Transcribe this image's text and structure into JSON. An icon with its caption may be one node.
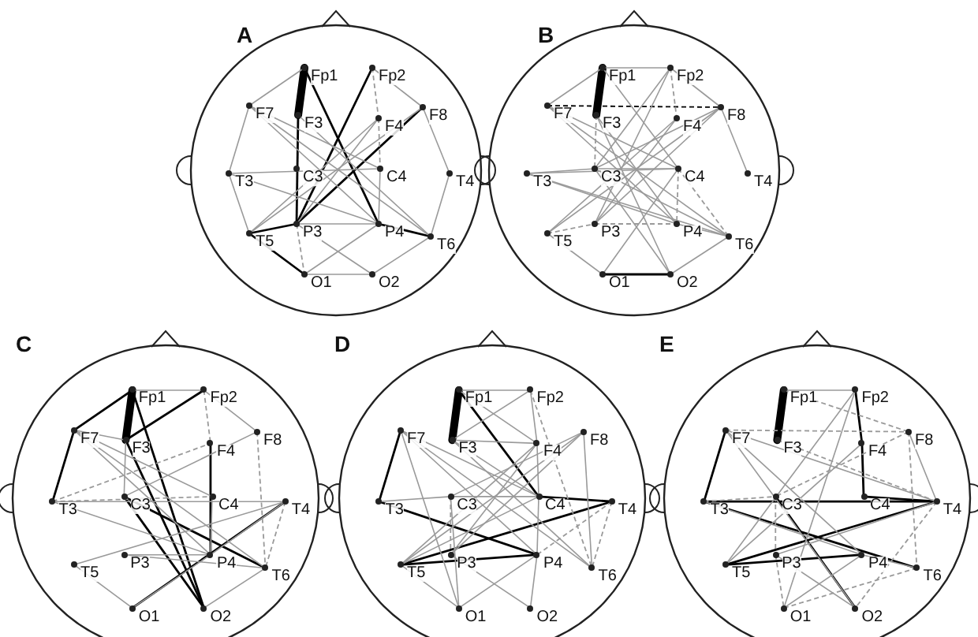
{
  "diagram": {
    "nodes": [
      {
        "text": [],
        "shape": "circle",
        "beside": [
          "A"
        ]
      },
      {
        "text": [
          "Fp1"
        ],
        "in": 0
      },
      {
        "text": [
          "Fp2"
        ],
        "in": 0
      },
      {
        "text": [
          "F7"
        ],
        "in": 0
      },
      {
        "text": [
          "F3"
        ],
        "in": 0
      },
      {
        "text": [
          "F4"
        ],
        "in": 0
      },
      {
        "text": [
          "F8"
        ],
        "in": 0
      },
      {
        "text": [
          "T3"
        ],
        "in": 0
      },
      {
        "text": [
          "C3"
        ],
        "in": 0
      },
      {
        "text": [
          "C4"
        ],
        "in": 0
      },
      {
        "text": [
          "T4"
        ],
        "in": 0
      },
      {
        "text": [
          "T5"
        ],
        "in": 0
      },
      {
        "text": [
          "P3"
        ],
        "in": 0
      },
      {
        "text": [
          "P4"
        ],
        "in": 0
      },
      {
        "text": [
          "T6"
        ],
        "in": 0
      },
      {
        "text": [
          "O1"
        ],
        "in": 0
      },
      {
        "text": [
          "O2"
        ],
        "in": 0
      },
      {
        "text": [],
        "shape": "circle",
        "beside": [
          "B"
        ]
      },
      {
        "text": [
          "Fp1"
        ],
        "in": 17
      },
      {
        "text": [
          "Fp2"
        ],
        "in": 17
      },
      {
        "text": [
          "F7"
        ],
        "in": 17
      },
      {
        "text": [
          "F3"
        ],
        "in": 17
      },
      {
        "text": [
          "F4"
        ],
        "in": 17
      },
      {
        "text": [
          "F8"
        ],
        "in": 17
      },
      {
        "text": [
          "T3"
        ],
        "in": 17
      },
      {
        "text": [
          "C3"
        ],
        "in": 17
      },
      {
        "text": [
          "C4"
        ],
        "in": 17
      },
      {
        "text": [
          "T4"
        ],
        "in": 17
      },
      {
        "text": [
          "T5"
        ],
        "in": 17
      },
      {
        "text": [
          "P3"
        ],
        "in": 17
      },
      {
        "text": [
          "P4"
        ],
        "in": 17
      },
      {
        "text": [
          "T6"
        ],
        "in": 17
      },
      {
        "text": [
          "O1"
        ],
        "in": 17
      },
      {
        "text": [
          "O2"
        ],
        "in": 17
      },
      {
        "text": [],
        "shape": "circle",
        "beside": [
          "C"
        ]
      },
      {
        "text": [
          "Fp1"
        ],
        "in": 34
      },
      {
        "text": [
          "Fp2"
        ],
        "in": 34
      },
      {
        "text": [
          "F7"
        ],
        "in": 34
      },
      {
        "text": [
          "F3"
        ],
        "in": 34
      },
      {
        "text": [
          "F4"
        ],
        "in": 34
      },
      {
        "text": [
          "F8"
        ],
        "in": 34
      },
      {
        "text": [
          "T3"
        ],
        "in": 34
      },
      {
        "text": [
          "C3"
        ],
        "in": 34
      },
      {
        "text": [
          "C4"
        ],
        "in": 34
      },
      {
        "text": [
          "T4"
        ],
        "in": 34
      },
      {
        "text": [
          "T5"
        ],
        "in": 34
      },
      {
        "text": [
          "P3"
        ],
        "in": 34
      },
      {
        "text": [
          "P4"
        ],
        "in": 34
      },
      {
        "text": [
          "T6"
        ],
        "in": 34
      },
      {
        "text": [
          "O1"
        ],
        "in": 34
      },
      {
        "text": [
          "O2"
        ],
        "in": 34
      },
      {
        "text": [],
        "shape": "circle",
        "beside": [
          "D"
        ]
      },
      {
        "text": [
          "Fp1"
        ],
        "in": 51
      },
      {
        "text": [
          "Fp2"
        ],
        "in": 51
      },
      {
        "text": [
          "F7"
        ],
        "in": 51
      },
      {
        "text": [
          "F3"
        ],
        "in": 51
      },
      {
        "text": [
          "F4"
        ],
        "in": 51
      },
      {
        "text": [
          "F8"
        ],
        "in": 51
      },
      {
        "text": [
          "T3"
        ],
        "in": 51
      },
      {
        "text": [
          "C3"
        ],
        "in": 51
      },
      {
        "text": [
          "C4"
        ],
        "in": 51
      },
      {
        "text": [
          "T4"
        ],
        "in": 51
      },
      {
        "text": [
          "T5"
        ],
        "in": 51
      },
      {
        "text": [
          "P3"
        ],
        "in": 51
      },
      {
        "text": [
          "P4"
        ],
        "in": 51
      },
      {
        "text": [
          "T6"
        ],
        "in": 51
      },
      {
        "text": [
          "O1"
        ],
        "in": 51
      },
      {
        "text": [
          "O2"
        ],
        "in": 51
      },
      {
        "text": [],
        "shape": "circle",
        "beside": [
          "E"
        ]
      },
      {
        "text": [
          "Fp1"
        ],
        "in": 68
      },
      {
        "text": [
          "Fp2"
        ],
        "in": 68
      },
      {
        "text": [
          "F7"
        ],
        "in": 68
      },
      {
        "text": [
          "F3"
        ],
        "in": 68
      },
      {
        "text": [
          "F4"
        ],
        "in": 68
      },
      {
        "text": [
          "F8"
        ],
        "in": 68
      },
      {
        "text": [
          "T3"
        ],
        "in": 68
      },
      {
        "text": [
          "C3"
        ],
        "in": 68
      },
      {
        "text": [
          "C4"
        ],
        "in": 68
      },
      {
        "text": [
          "T4"
        ],
        "in": 68
      },
      {
        "text": [
          "T5"
        ],
        "in": 68
      },
      {
        "text": [
          "P3"
        ],
        "in": 68
      },
      {
        "text": [
          "P4"
        ],
        "in": 68
      },
      {
        "text": [
          "T6"
        ],
        "in": 68
      },
      {
        "text": [
          "O1"
        ],
        "in": 68
      },
      {
        "text": [
          "O2"
        ],
        "in": 68
      }
    ],
    "edges": [
      {
        "from": 1,
        "to": 4,
        "arrow": "none",
        "style": "thick",
        "color": "#000000"
      },
      {
        "from": 1,
        "to": 13,
        "arrow": "none",
        "color": "#000000"
      },
      {
        "from": 2,
        "to": 12,
        "arrow": "none",
        "color": "#000000"
      },
      {
        "from": 6,
        "to": 12,
        "arrow": "none",
        "color": "#000000"
      },
      {
        "from": 11,
        "to": 12,
        "arrow": "none",
        "color": "#000000"
      },
      {
        "from": 11,
        "to": 15,
        "arrow": "none",
        "color": "#000000"
      },
      {
        "from": 13,
        "to": 14,
        "arrow": "none",
        "color": "#000000"
      },
      {
        "from": 4,
        "to": 12,
        "arrow": "none",
        "color": "#000000"
      },
      {
        "from": 1,
        "to": 3,
        "arrow": "none"
      },
      {
        "from": 3,
        "to": 7,
        "arrow": "none"
      },
      {
        "from": 7,
        "to": 11,
        "arrow": "none"
      },
      {
        "from": 15,
        "to": 16,
        "arrow": "none"
      },
      {
        "from": 16,
        "to": 14,
        "arrow": "none"
      },
      {
        "from": 14,
        "to": 10,
        "arrow": "none"
      },
      {
        "from": 10,
        "to": 6,
        "arrow": "none"
      },
      {
        "from": 6,
        "to": 2,
        "arrow": "none"
      },
      {
        "from": 2,
        "to": 5,
        "arrow": "none",
        "style": "dashed"
      },
      {
        "from": 3,
        "to": 13,
        "arrow": "none"
      },
      {
        "from": 3,
        "to": 14,
        "arrow": "none"
      },
      {
        "from": 7,
        "to": 13,
        "arrow": "none"
      },
      {
        "from": 7,
        "to": 9,
        "arrow": "none"
      },
      {
        "from": 4,
        "to": 14,
        "arrow": "none"
      },
      {
        "from": 5,
        "to": 11,
        "arrow": "none"
      },
      {
        "from": 5,
        "to": 9,
        "arrow": "none",
        "style": "dashed"
      },
      {
        "from": 9,
        "to": 13,
        "arrow": "none"
      },
      {
        "from": 12,
        "to": 13,
        "arrow": "none"
      },
      {
        "from": 12,
        "to": 15,
        "arrow": "none",
        "style": "dashed"
      },
      {
        "from": 15,
        "to": 13,
        "arrow": "none"
      },
      {
        "from": 12,
        "to": 16,
        "arrow": "none"
      },
      {
        "from": 6,
        "to": 11,
        "arrow": "none"
      },
      {
        "from": 5,
        "to": 12,
        "arrow": "none"
      },
      {
        "from": 3,
        "to": 9,
        "arrow": "none"
      },
      {
        "from": 18,
        "to": 21,
        "arrow": "none",
        "style": "thick",
        "color": "#000000"
      },
      {
        "from": 20,
        "to": 23,
        "arrow": "none",
        "style": "dashed",
        "color": "#000000"
      },
      {
        "from": 32,
        "to": 33,
        "arrow": "none",
        "color": "#000000"
      },
      {
        "from": 18,
        "to": 19,
        "arrow": "none"
      },
      {
        "from": 18,
        "to": 20,
        "arrow": "none"
      },
      {
        "from": 19,
        "to": 23,
        "arrow": "none"
      },
      {
        "from": 19,
        "to": 22,
        "arrow": "none",
        "style": "dashed"
      },
      {
        "from": 23,
        "to": 27,
        "arrow": "none"
      },
      {
        "from": 24,
        "to": 25,
        "arrow": "none"
      },
      {
        "from": 24,
        "to": 26,
        "arrow": "none"
      },
      {
        "from": 20,
        "to": 30,
        "arrow": "none"
      },
      {
        "from": 20,
        "to": 31,
        "arrow": "none"
      },
      {
        "from": 20,
        "to": 26,
        "arrow": "none"
      },
      {
        "from": 21,
        "to": 33,
        "arrow": "none"
      },
      {
        "from": 21,
        "to": 25,
        "arrow": "none",
        "style": "dashed"
      },
      {
        "from": 21,
        "to": 30,
        "arrow": "none"
      },
      {
        "from": 22,
        "to": 28,
        "arrow": "none"
      },
      {
        "from": 22,
        "to": 29,
        "arrow": "none"
      },
      {
        "from": 23,
        "to": 28,
        "arrow": "none"
      },
      {
        "from": 23,
        "to": 25,
        "arrow": "none"
      },
      {
        "from": 23,
        "to": 29,
        "arrow": "none"
      },
      {
        "from": 24,
        "to": 30,
        "arrow": "none"
      },
      {
        "from": 24,
        "to": 31,
        "arrow": "none"
      },
      {
        "from": 25,
        "to": 26,
        "arrow": "none"
      },
      {
        "from": 25,
        "to": 31,
        "arrow": "none"
      },
      {
        "from": 26,
        "to": 30,
        "arrow": "none",
        "style": "dashed"
      },
      {
        "from": 26,
        "to": 31,
        "arrow": "none",
        "style": "dashed"
      },
      {
        "from": 28,
        "to": 29,
        "arrow": "none",
        "style": "dashed"
      },
      {
        "from": 29,
        "to": 30,
        "arrow": "none",
        "style": "dashed"
      },
      {
        "from": 30,
        "to": 31,
        "arrow": "none"
      },
      {
        "from": 28,
        "to": 32,
        "arrow": "none"
      },
      {
        "from": 33,
        "to": 31,
        "arrow": "none"
      },
      {
        "from": 32,
        "to": 26,
        "arrow": "none"
      },
      {
        "from": 33,
        "to": 25,
        "arrow": "none"
      },
      {
        "from": 19,
        "to": 29,
        "arrow": "none"
      },
      {
        "from": 19,
        "to": 25,
        "arrow": "none"
      },
      {
        "from": 18,
        "to": 26,
        "arrow": "none"
      },
      {
        "from": 35,
        "to": 38,
        "arrow": "none",
        "style": "thick",
        "color": "#000000"
      },
      {
        "from": 35,
        "to": 37,
        "arrow": "none",
        "color": "#000000"
      },
      {
        "from": 37,
        "to": 41,
        "arrow": "none",
        "color": "#000000"
      },
      {
        "from": 35,
        "to": 50,
        "arrow": "none",
        "color": "#000000"
      },
      {
        "from": 38,
        "to": 50,
        "arrow": "none",
        "color": "#000000"
      },
      {
        "from": 42,
        "to": 50,
        "arrow": "none",
        "color": "#000000"
      },
      {
        "from": 42,
        "to": 48,
        "arrow": "none",
        "color": "#000000"
      },
      {
        "from": 39,
        "to": 47,
        "arrow": "none",
        "color": "#000000"
      },
      {
        "from": 49,
        "to": 44,
        "arrow": "none",
        "color": "#000000"
      },
      {
        "from": 36,
        "to": 38,
        "arrow": "none",
        "color": "#000000"
      },
      {
        "from": 35,
        "to": 36,
        "arrow": "none"
      },
      {
        "from": 36,
        "to": 40,
        "arrow": "none"
      },
      {
        "from": 36,
        "to": 39,
        "arrow": "none",
        "style": "dashed"
      },
      {
        "from": 37,
        "to": 38,
        "arrow": "none"
      },
      {
        "from": 37,
        "to": 43,
        "arrow": "none"
      },
      {
        "from": 37,
        "to": 48,
        "arrow": "none"
      },
      {
        "from": 37,
        "to": 47,
        "arrow": "none"
      },
      {
        "from": 41,
        "to": 43,
        "arrow": "none",
        "style": "dashed"
      },
      {
        "from": 41,
        "to": 44,
        "arrow": "none"
      },
      {
        "from": 41,
        "to": 47,
        "arrow": "none"
      },
      {
        "from": 41,
        "to": 39,
        "arrow": "none",
        "style": "dashed"
      },
      {
        "from": 45,
        "to": 44,
        "arrow": "none"
      },
      {
        "from": 45,
        "to": 49,
        "arrow": "none"
      },
      {
        "from": 46,
        "to": 47,
        "arrow": "none"
      },
      {
        "from": 46,
        "to": 48,
        "arrow": "none"
      },
      {
        "from": 40,
        "to": 48,
        "arrow": "none",
        "style": "dashed"
      },
      {
        "from": 44,
        "to": 48,
        "arrow": "none",
        "style": "dashed"
      },
      {
        "from": 44,
        "to": 47,
        "arrow": "none"
      },
      {
        "from": 38,
        "to": 42,
        "arrow": "none"
      },
      {
        "from": 43,
        "to": 47,
        "arrow": "none"
      },
      {
        "from": 50,
        "to": 48,
        "arrow": "none"
      },
      {
        "from": 40,
        "to": 42,
        "arrow": "none"
      },
      {
        "from": 47,
        "to": 49,
        "arrow": "none"
      },
      {
        "from": 52,
        "to": 55,
        "arrow": "none",
        "style": "thick",
        "color": "#000000"
      },
      {
        "from": 54,
        "to": 58,
        "arrow": "none",
        "color": "#000000"
      },
      {
        "from": 62,
        "to": 61,
        "arrow": "none",
        "color": "#000000"
      },
      {
        "from": 60,
        "to": 61,
        "arrow": "none",
        "color": "#000000"
      },
      {
        "from": 58,
        "to": 64,
        "arrow": "none",
        "color": "#000000"
      },
      {
        "from": 52,
        "to": 60,
        "arrow": "none",
        "color": "#000000"
      },
      {
        "from": 62,
        "to": 64,
        "arrow": "none",
        "color": "#000000"
      },
      {
        "from": 52,
        "to": 53,
        "arrow": "none"
      },
      {
        "from": 55,
        "to": 56,
        "arrow": "none"
      },
      {
        "from": 53,
        "to": 56,
        "arrow": "none"
      },
      {
        "from": 56,
        "to": 60,
        "arrow": "none"
      },
      {
        "from": 60,
        "to": 64,
        "arrow": "none"
      },
      {
        "from": 64,
        "to": 67,
        "arrow": "none"
      },
      {
        "from": 53,
        "to": 55,
        "arrow": "none"
      },
      {
        "from": 52,
        "to": 56,
        "arrow": "none"
      },
      {
        "from": 54,
        "to": 64,
        "arrow": "none"
      },
      {
        "from": 54,
        "to": 65,
        "arrow": "none"
      },
      {
        "from": 54,
        "to": 66,
        "arrow": "none"
      },
      {
        "from": 54,
        "to": 60,
        "arrow": "none"
      },
      {
        "from": 57,
        "to": 62,
        "arrow": "none"
      },
      {
        "from": 57,
        "to": 63,
        "arrow": "none"
      },
      {
        "from": 57,
        "to": 65,
        "arrow": "none"
      },
      {
        "from": 57,
        "to": 59,
        "arrow": "none"
      },
      {
        "from": 56,
        "to": 63,
        "arrow": "none"
      },
      {
        "from": 56,
        "to": 62,
        "arrow": "none"
      },
      {
        "from": 55,
        "to": 65,
        "arrow": "none"
      },
      {
        "from": 55,
        "to": 60,
        "arrow": "none"
      },
      {
        "from": 58,
        "to": 59,
        "arrow": "none"
      },
      {
        "from": 59,
        "to": 60,
        "arrow": "none"
      },
      {
        "from": 59,
        "to": 63,
        "arrow": "none",
        "style": "dashed"
      },
      {
        "from": 59,
        "to": 66,
        "arrow": "none"
      },
      {
        "from": 62,
        "to": 66,
        "arrow": "none"
      },
      {
        "from": 66,
        "to": 64,
        "arrow": "none"
      },
      {
        "from": 63,
        "to": 67,
        "arrow": "none"
      },
      {
        "from": 53,
        "to": 65,
        "arrow": "none",
        "style": "dashed"
      },
      {
        "from": 61,
        "to": 64,
        "arrow": "none",
        "style": "dashed"
      },
      {
        "from": 61,
        "to": 65,
        "arrow": "none",
        "style": "dashed"
      },
      {
        "from": 62,
        "to": 60,
        "arrow": "none"
      },
      {
        "from": 69,
        "to": 72,
        "arrow": "none",
        "style": "thick",
        "color": "#000000"
      },
      {
        "from": 71,
        "to": 75,
        "arrow": "none",
        "color": "#000000"
      },
      {
        "from": 70,
        "to": 73,
        "arrow": "none",
        "color": "#000000"
      },
      {
        "from": 73,
        "to": 77,
        "arrow": "none",
        "color": "#000000"
      },
      {
        "from": 75,
        "to": 78,
        "arrow": "none",
        "color": "#000000"
      },
      {
        "from": 77,
        "to": 78,
        "arrow": "none",
        "color": "#000000"
      },
      {
        "from": 75,
        "to": 82,
        "arrow": "none",
        "color": "#000000"
      },
      {
        "from": 79,
        "to": 78,
        "arrow": "none",
        "color": "#000000"
      },
      {
        "from": 76,
        "to": 84,
        "arrow": "none",
        "color": "#000000"
      },
      {
        "from": 79,
        "to": 81,
        "arrow": "none",
        "color": "#000000"
      },
      {
        "from": 69,
        "to": 70,
        "arrow": "none"
      },
      {
        "from": 71,
        "to": 74,
        "arrow": "none",
        "style": "dashed"
      },
      {
        "from": 69,
        "to": 74,
        "arrow": "none",
        "style": "dashed"
      },
      {
        "from": 70,
        "to": 83,
        "arrow": "none"
      },
      {
        "from": 71,
        "to": 78,
        "arrow": "none"
      },
      {
        "from": 71,
        "to": 81,
        "arrow": "none"
      },
      {
        "from": 71,
        "to": 84,
        "arrow": "none"
      },
      {
        "from": 72,
        "to": 78,
        "arrow": "none",
        "style": "dashed"
      },
      {
        "from": 74,
        "to": 78,
        "arrow": "none"
      },
      {
        "from": 74,
        "to": 82,
        "arrow": "none",
        "style": "dashed"
      },
      {
        "from": 74,
        "to": 76,
        "arrow": "none",
        "style": "dashed"
      },
      {
        "from": 75,
        "to": 81,
        "arrow": "none"
      },
      {
        "from": 78,
        "to": 80,
        "arrow": "none"
      },
      {
        "from": 78,
        "to": 84,
        "arrow": "none",
        "style": "dashed"
      },
      {
        "from": 82,
        "to": 83,
        "arrow": "none",
        "style": "dashed"
      },
      {
        "from": 76,
        "to": 80,
        "arrow": "none",
        "style": "dashed"
      },
      {
        "from": 80,
        "to": 83,
        "arrow": "none",
        "style": "dashed"
      },
      {
        "from": 75,
        "to": 76,
        "arrow": "none",
        "style": "dashed"
      },
      {
        "from": 79,
        "to": 73,
        "arrow": "none"
      },
      {
        "from": 79,
        "to": 70,
        "arrow": "none"
      },
      {
        "from": 81,
        "to": 83,
        "arrow": "none"
      },
      {
        "from": 80,
        "to": 84,
        "arrow": "none"
      },
      {
        "from": 81,
        "to": 82,
        "arrow": "none"
      }
    ]
  }
}
